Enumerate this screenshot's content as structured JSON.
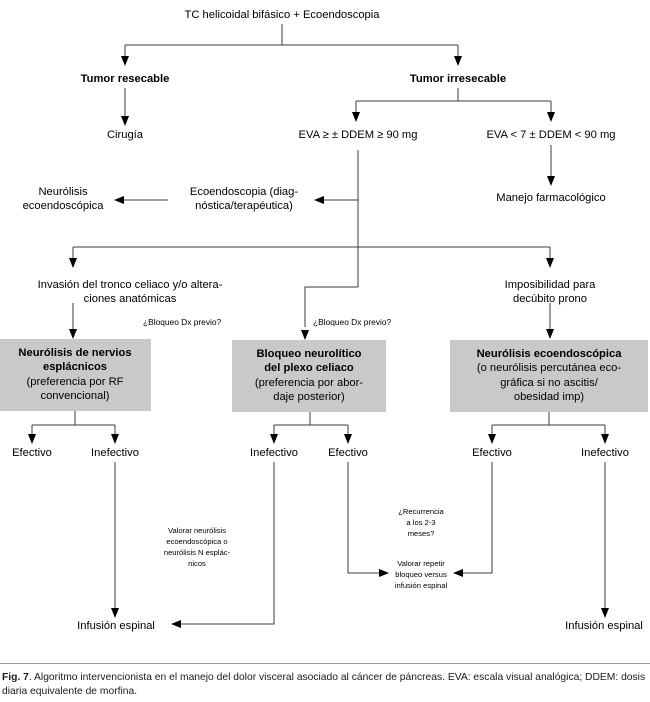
{
  "figure": {
    "label": "Fig. 7",
    "caption_text": ". Algoritmo intervencionista en el manejo del dolor visceral asociado al cáncer de páncreas. EVA: escala visual analógica; DDEM: dosis diaria equivalente de morfina.",
    "box_fill_color": "#c9c9c9",
    "line_color": "#3c3c3c"
  },
  "nodes": {
    "root": "TC helicoidal bifásico + Ecoendoscopia",
    "resecable": "Tumor resecable",
    "irresecable": "Tumor irresecable",
    "cirugia": "Cirugía",
    "eva_alto": "EVA ≥ ± DDEM ≥ 90 mg",
    "eva_bajo": "EVA < 7 ± DDEM < 90 mg",
    "manejo_farmacologico": "Manejo farmacológico",
    "ecoendoscopia_l1": "Ecoendoscopia (diag-",
    "ecoendoscopia_l2": "nóstica/terapéutica)",
    "neurolisis_eco_l1": "Neurólisis",
    "neurolisis_eco_l2": "ecoendoscópica",
    "invasion_l1": "Invasión del tronco celiaco y/o altera-",
    "invasion_l2": "ciones anatómicas",
    "imposibilidad_l1": "Imposibilidad para",
    "imposibilidad_l2": "decúbito prono",
    "bloqueo_dx_1": "¿Bloqueo Dx previo?",
    "bloqueo_dx_2": "¿Bloqueo Dx previo?"
  },
  "gray_boxes": [
    {
      "name": "neurolisis-nervios-esplacnicos",
      "lines": [
        {
          "text": "Neurólisis de nervios",
          "bold": true
        },
        {
          "text": "esplácnicos",
          "bold": true
        },
        {
          "text": "(preferencia por RF",
          "bold": false
        },
        {
          "text": "convencional)",
          "bold": false
        }
      ]
    },
    {
      "name": "bloqueo-neurolitico-plexo-celiaco",
      "lines": [
        {
          "text": "Bloqueo neurolítico",
          "bold": true
        },
        {
          "text": "del plexo celiaco",
          "bold": true
        },
        {
          "text": "(preferencia por abor-",
          "bold": false
        },
        {
          "text": "daje posterior)",
          "bold": false
        }
      ]
    },
    {
      "name": "neurolisis-ecoendoscopica",
      "lines": [
        {
          "text": "Neurólisis ecoendoscópica",
          "bold": true
        },
        {
          "text": "(o neurólisis percutánea eco-",
          "bold": false
        },
        {
          "text": "gráfica si no ascitis/",
          "bold": false
        },
        {
          "text": "obesidad imp)",
          "bold": false
        }
      ]
    }
  ],
  "outcomes": {
    "box1_left": "Efectivo",
    "box1_right": "Inefectivo",
    "box2_left": "Inefectivo",
    "box2_right": "Efectivo",
    "box3_left": "Efectivo",
    "box3_right": "Inefectivo"
  },
  "annotations": {
    "valorar_neurolisis": [
      "Valorar neurólisis",
      "ecoendoscópica o",
      "neurólisis N esplác-",
      "nicos"
    ],
    "recurrencia": [
      "¿Recurrencia",
      "a los 2-3",
      "meses?"
    ],
    "valorar_repetir_l1": "Valorar repetir",
    "valorar_repetir_l2_a": "bloqueo ",
    "valorar_repetir_l2_b": "versus",
    "valorar_repetir_l3": "infusión espinal"
  },
  "terminals": {
    "infusion_izq": "Infusión espinal",
    "infusion_der": "Infusión espinal"
  }
}
